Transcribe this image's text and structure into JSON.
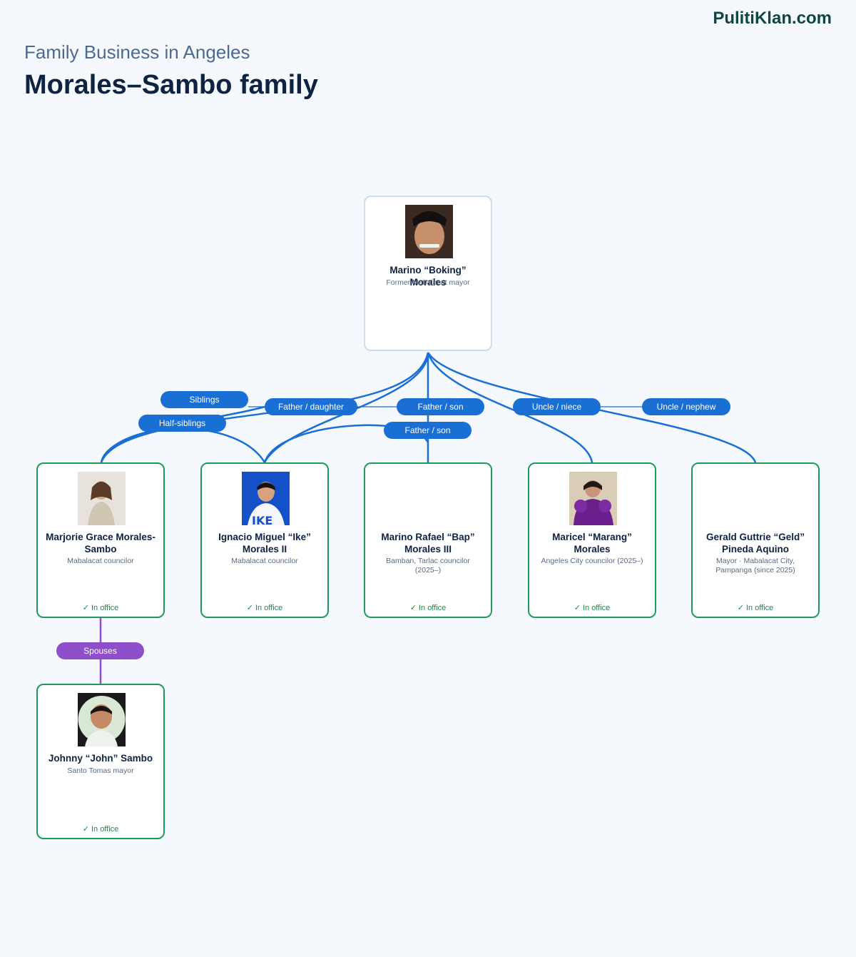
{
  "brand": "PulitiKlan.com",
  "header": {
    "kicker": "Family Business in Angeles",
    "title": "Morales–Sambo family"
  },
  "colors": {
    "link_blue": "#1a6fd4",
    "spouse_purple": "#8e4fcb",
    "in_office_green": "#1f9a5c",
    "root_border": "#d2dce8",
    "title_navy": "#0f2240"
  },
  "people": {
    "marino_sr": {
      "name": "Marino “Boking” Morales",
      "role": "Former Mabalacat mayor",
      "status": "",
      "photo": "portrait-photo"
    },
    "marjorie": {
      "name": "Marjorie Grace Morales-Sambo",
      "role": "Mabalacat councilor",
      "status": "✓ In office",
      "photo": "portrait-photo"
    },
    "ike": {
      "name": "Ignacio Miguel “Ike” Morales II",
      "role": "Mabalacat councilor",
      "status": "✓ In office",
      "photo": "portrait-photo"
    },
    "bap": {
      "name": "Marino Rafael “Bap” Morales III",
      "role": "Bamban, Tarlac councilor (2025–)",
      "status": "✓ In office",
      "photo": ""
    },
    "marang": {
      "name": "Maricel “Marang” Morales",
      "role": "Angeles City councilor (2025–)",
      "status": "✓ In office",
      "photo": "portrait-photo"
    },
    "geld": {
      "name": "Gerald Guttrie “Geld” Pineda Aquino",
      "role": "Mayor · Mabalacat City, Pampanga (since 2025)",
      "status": "✓ In office",
      "photo": ""
    },
    "john": {
      "name": "Johnny “John” Sambo",
      "role": "Santo Tomas mayor",
      "status": "✓ In office",
      "photo": "portrait-photo"
    }
  },
  "relations": {
    "siblings": "Siblings",
    "half_siblings": "Half-siblings",
    "father_daughter": "Father / daughter",
    "father_son_ike": "Father / son",
    "father_son_bap": "Father / son",
    "uncle_niece": "Uncle / niece",
    "uncle_nephew": "Uncle / nephew",
    "spouses": "Spouses"
  }
}
